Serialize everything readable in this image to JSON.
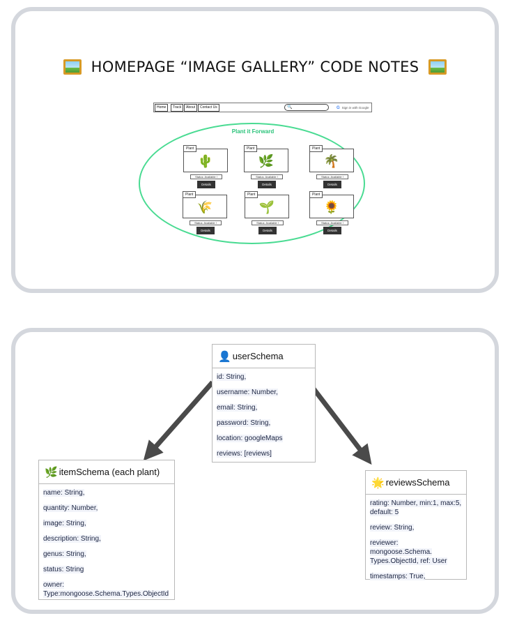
{
  "title": {
    "text": "HOMEPAGE “IMAGE GALLERY” CODE NOTES",
    "icon_left": "framed-picture-icon",
    "icon_right": "framed-picture-icon"
  },
  "mockup": {
    "nav": {
      "home": "Home",
      "track": "Track",
      "about": "About",
      "contact": "Contact Us",
      "search_icon": "🔍",
      "signin": "Sign in with Google"
    },
    "heading": "Plant it Forward",
    "cards": [
      {
        "tag": "Plant",
        "emoji": "🌵",
        "status": "Status: Available !",
        "button": "Details"
      },
      {
        "tag": "Plant",
        "emoji": "🌿",
        "status": "Status: Available !",
        "button": "Details"
      },
      {
        "tag": "Plant",
        "emoji": "🌴",
        "status": "Status: Available !",
        "button": "Details"
      },
      {
        "tag": "Plant",
        "emoji": "🌾",
        "status": "Status: Available !",
        "button": "Details"
      },
      {
        "tag": "Plant",
        "emoji": "🌱",
        "status": "Status: Available !",
        "button": "Details"
      },
      {
        "tag": "Plant",
        "emoji": "🌻",
        "status": "Status: Available !",
        "button": "Details"
      }
    ],
    "colors": {
      "oval": "#49db92",
      "heading": "#2ac37a"
    }
  },
  "schemas": {
    "user": {
      "icon": "👤",
      "title": "userSchema",
      "fields": [
        "id: String,",
        "username: Number,",
        "email: String,",
        "password: String,",
        "location: googleMaps",
        "reviews: [reviews]"
      ]
    },
    "item": {
      "icon": "🌿",
      "title": "itemSchema (each plant)",
      "fields": [
        "name: String,",
        "quantity: Number,",
        "image: String,",
        "description: String,",
        "genus: String,",
        "status: String",
        "owner: Type:mongoose.Schema.Types.ObjectId"
      ]
    },
    "reviews": {
      "icon": "🌟",
      "title": "reviewsSchema",
      "fields": [
        "rating: Number, min:1, max:5, default: 5",
        "review: String,",
        "reviewer: mongoose.Schema. Types.ObjectId, ref: User",
        "timestamps: True,"
      ]
    }
  }
}
